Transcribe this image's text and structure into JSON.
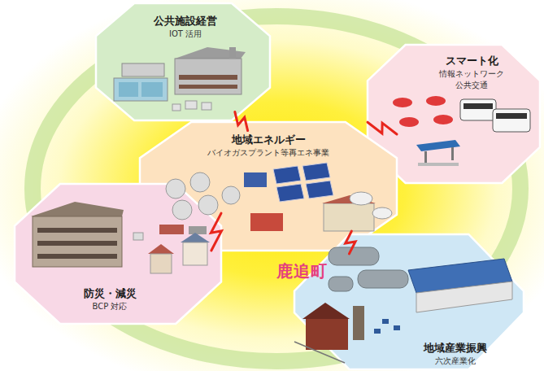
{
  "diagram": {
    "nodes": [
      {
        "text": [
          "公共施設経営",
          "IOT 活用"
        ]
      },
      {
        "text": [
          "スマート化",
          "情報ネットワーク 公共交通"
        ]
      },
      {
        "text": [
          "地域エネルギー",
          "バイオガスプラント等再エネ事業"
        ]
      },
      {
        "text": [
          "防災・減災",
          "BCP 対応"
        ]
      },
      {
        "text": [
          "地域産業振興",
          "六次産業化"
        ]
      }
    ],
    "edges": [
      {
        "from": 2,
        "to": 0,
        "arrow": "none"
      },
      {
        "from": 2,
        "to": 1,
        "arrow": "none"
      },
      {
        "from": 2,
        "to": 3,
        "arrow": "none"
      },
      {
        "from": 2,
        "to": 4,
        "arrow": "none"
      }
    ],
    "labels": [
      "鹿追町"
    ]
  }
}
